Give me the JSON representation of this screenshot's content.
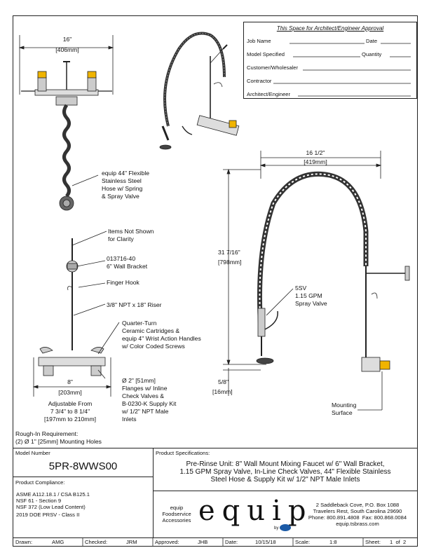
{
  "approval": {
    "title": "This Space for Architect/Engineer Approval",
    "job_name": "Job Name",
    "date": "Date",
    "model_specified": "Model Specified",
    "quantity": "Quantity",
    "customer": "Customer/Wholesaler",
    "contractor": "Contractor",
    "architect": "Architect/Engineer"
  },
  "dims": {
    "width_top": "16\"",
    "width_top_mm": "[406mm]",
    "width_side": "16 1/2\"",
    "width_side_mm": "[419mm]",
    "height": "31 7/16\"",
    "height_mm": "[798mm]",
    "spout": "5/8\"",
    "spout_mm": "[16mm]",
    "center": "8\"",
    "center_mm": "[203mm]",
    "adjustable_1": "Adjustable From",
    "adjustable_2": "7 3/4\" to 8 1/4\"",
    "adjustable_3": "[197mm to 210mm]"
  },
  "callouts": {
    "hose_1": "equip 44\" Flexible",
    "hose_2": "Stainless Steel",
    "hose_3": "Hose w/ Spring",
    "hose_4": "& Spray Valve",
    "items_1": "Items Not Shown",
    "items_2": "for Clarity",
    "bracket_1": "013716-40",
    "bracket_2": "6\" Wall Bracket",
    "finger_hook": "Finger Hook",
    "riser": "3/8\" NPT x 18\" Riser",
    "cart_1": "Quarter-Turn",
    "cart_2": "Ceramic Cartridges &",
    "cart_3": "equip 4\" Wrist Action Handles",
    "cart_4": "w/ Color Coded Screws",
    "flange_1": "Ø 2\" [51mm]",
    "flange_2": "Flanges w/ Inline",
    "flange_3": "Check Valves &",
    "flange_4": "B-0230-K Supply Kit",
    "flange_5": "w/ 1/2\" NPT Male",
    "flange_6": "Inlets",
    "valve_1": "5SV",
    "valve_2": "1.15 GPM",
    "valve_3": "Spray Valve",
    "mount_1": "Mounting",
    "mount_2": "Surface"
  },
  "roughin": {
    "line1": "Rough-In Requirement:",
    "line2": "(2) Ø 1\" [25mm] Mounting Holes"
  },
  "model": {
    "label": "Model Number",
    "value": "5PR-8WWS00"
  },
  "specs": {
    "label": "Product Specifications:",
    "line1": "Pre-Rinse Unit: 8\" Wall Mount Mixing Faucet w/ 6\" Wall Bracket,",
    "line2": "1.15 GPM Spray Valve, In-Line Check Valves, 44\" Flexible Stainless",
    "line3": "Steel Hose & Supply Kit w/ 1/2\" NPT Male Inlets"
  },
  "compliance": {
    "label": "Product Compliance:",
    "items": [
      "ASME A112.18.1 / CSA B125.1",
      "NSF 61 - Section 9",
      "NSF 372 (Low Lead Content)",
      "2019 DOE PRSV - Class II"
    ]
  },
  "brand": {
    "tag1": "equip",
    "tag2": "Foodservice",
    "tag3": "Accessories",
    "logo": "equip",
    "by": "by",
    "addr1": "2 Saddleback Cove, P.O. Box 1088",
    "addr2": "Travelers Rest, South Carolina 29690",
    "addr3": "Phone: 800.891.4808  Fax: 800.868.0084",
    "addr4": "equip.tsbrass.com"
  },
  "footer": {
    "drawn_l": "Drawn:",
    "drawn_v": "AMG",
    "checked_l": "Checked:",
    "checked_v": "JRM",
    "approved_l": "Approved:",
    "approved_v": "JHB",
    "date_l": "Date:",
    "date_v": "10/15/18",
    "scale_l": "Scale:",
    "scale_v": "1:8",
    "sheet_l": "Sheet:",
    "sheet_v": "1  of  2"
  }
}
